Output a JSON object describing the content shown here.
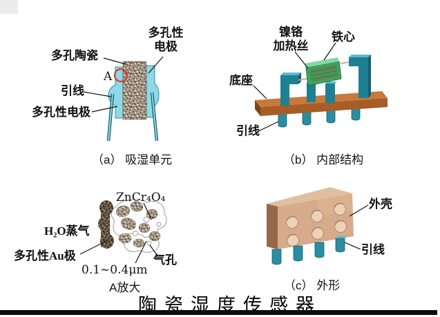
{
  "title": "陶瓷湿度传感器",
  "panel_a": {
    "caption": "（a） 吸湿单元",
    "labels": {
      "porous_electrode_top": "多孔性\n电极",
      "porous_ceramic": "多孔陶瓷",
      "magnify_marker": "A",
      "lead_wire": "引线",
      "porous_electrode_bottom": "多孔性电极"
    }
  },
  "panel_b": {
    "caption": "（b） 内部结构",
    "labels": {
      "nichrome_heater_wire": "镍铬\n加热丝",
      "iron_core": "铁心",
      "base": "底座",
      "lead_wire": "引线"
    }
  },
  "panel_a_magnified": {
    "caption": "A放大",
    "labels": {
      "compound": "ZnCr₄O₄",
      "water_vapor": "H₂O蒸气",
      "porous_au_electrode": "多孔性Au极",
      "pore_size": "0.1~0.4μm",
      "air_pore": "气孔"
    }
  },
  "panel_c": {
    "caption": "（c） 外形",
    "labels": {
      "housing": "外壳",
      "lead_wire": "引线"
    }
  },
  "colors": {
    "teal": "#2a8da1",
    "light_cyan": "#8fd8e6",
    "base_brown": "#c67a3c",
    "heater_green": "#3aa85e",
    "housing_tan": "#d8ae8e",
    "marker_red": "#cc4125"
  }
}
